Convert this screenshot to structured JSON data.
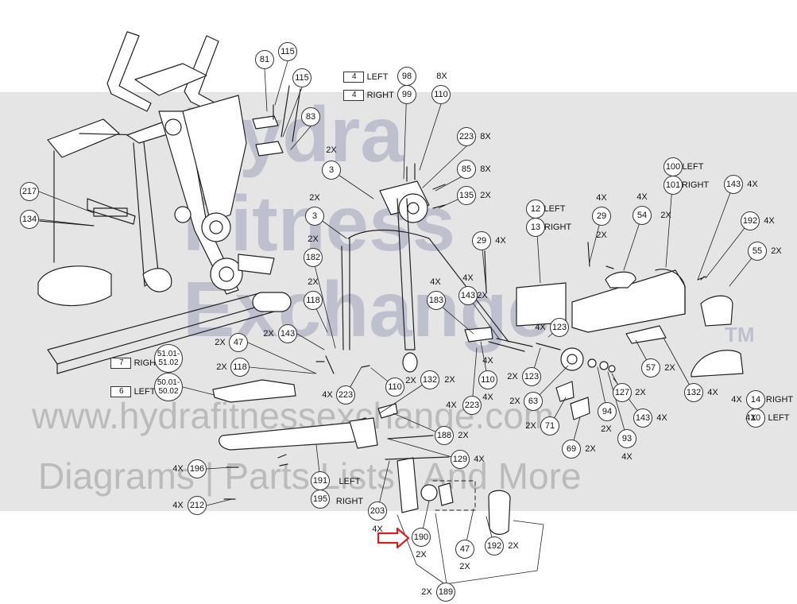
{
  "watermark": {
    "line1": "Hydra",
    "line2": "Fitness",
    "line3": "Exchange",
    "trademark": "TM",
    "url": "www.hydrafitnessexchange.com",
    "tagline": "Diagrams | Parts Lists | And More"
  },
  "tags": [
    {
      "num": "4",
      "label": "LEFT"
    },
    {
      "num": "4",
      "label": "RIGHT"
    },
    {
      "num": "7",
      "label": "RIGHT"
    },
    {
      "num": "6",
      "label": "LEFT"
    }
  ],
  "callouts": [
    "81",
    "115",
    "115",
    "83",
    "98",
    "99",
    "110",
    "223",
    "85",
    "135",
    "3",
    "3",
    "217",
    "134",
    "182",
    "118",
    "143",
    "47",
    "51.01-51.02",
    "118",
    "50.01-50.02",
    "223",
    "110",
    "132",
    "183",
    "143",
    "29",
    "12",
    "13",
    "29",
    "54",
    "100",
    "101",
    "143",
    "192",
    "55",
    "123",
    "123",
    "63",
    "110",
    "223",
    "71",
    "69",
    "94",
    "93",
    "127",
    "143",
    "57",
    "132",
    "14",
    "10",
    "188",
    "129",
    "196",
    "212",
    "191",
    "195",
    "203",
    "190",
    "47",
    "192",
    "189"
  ],
  "quantities": [
    "8X",
    "8X",
    "8X",
    "2X",
    "2X",
    "2X",
    "2X",
    "2X",
    "2X",
    "2X",
    "2X",
    "4X",
    "4X",
    "2X",
    "2X",
    "4X",
    "4X",
    "4X",
    "4X",
    "4X",
    "4X",
    "4X",
    "2X",
    "4X",
    "2X",
    "2X",
    "4X",
    "2X",
    "2X",
    "4X",
    "2X",
    "4X",
    "2X",
    "4X",
    "4X",
    "2X",
    "2X",
    "4X",
    "4X",
    "4X",
    "2X",
    "4X",
    "2X",
    "2X",
    "2X",
    "2X",
    "2X",
    "4X",
    "2X",
    "4X"
  ],
  "notes": [
    "LEFT",
    "RIGHT",
    "LEFT",
    "RIGHT",
    "RIGHT",
    "LEFT",
    "LEFT",
    "RIGHT"
  ],
  "accent_color": "#d42020"
}
